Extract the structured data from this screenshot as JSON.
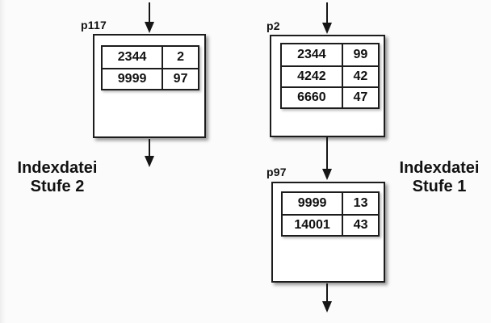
{
  "diagram": {
    "colors": {
      "background": "#fbfbfb",
      "ink": "#111111",
      "box_fill": "#ffffff",
      "border": "#1c1c1c"
    },
    "nodes": [
      {
        "id": "p117",
        "label": "p117",
        "rows": [
          [
            "2344",
            "2"
          ],
          [
            "9999",
            "97"
          ]
        ]
      },
      {
        "id": "p2",
        "label": "p2",
        "rows": [
          [
            "2344",
            "99"
          ],
          [
            "4242",
            "42"
          ],
          [
            "6660",
            "47"
          ]
        ]
      },
      {
        "id": "p97",
        "label": "p97",
        "rows": [
          [
            "9999",
            "13"
          ],
          [
            "14001",
            "43"
          ]
        ]
      }
    ],
    "captions": {
      "left": {
        "line1": "Indexdatei",
        "line2": "Stufe 2"
      },
      "right": {
        "line1": "Indexdatei",
        "line2": "Stufe 1"
      }
    }
  }
}
